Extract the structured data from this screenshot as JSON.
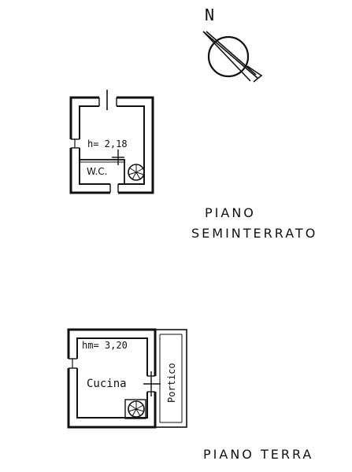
{
  "compass": {
    "north_label": "N"
  },
  "basement": {
    "height_label": "h= 2,18",
    "wc_label": "W.C.",
    "floor_title_line1": "PIANO",
    "floor_title_line2": "SEMINTERRATO"
  },
  "ground": {
    "height_label": "hm= 3,20",
    "kitchen_label": "Cucina",
    "porch_label": "Portico",
    "floor_title": "PIANO TERRA"
  }
}
